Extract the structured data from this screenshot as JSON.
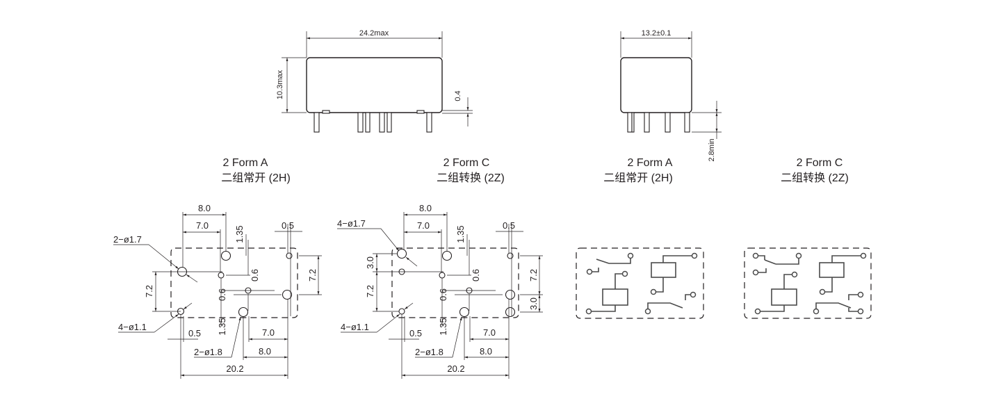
{
  "side_views": {
    "front": {
      "width_dim": "24.2max",
      "height_dim": "10.3max",
      "gap_dim": "0.4"
    },
    "side": {
      "width_dim": "13.2±0.1",
      "pin_dim": "2.8min"
    }
  },
  "labels": [
    {
      "title": "2 Form A",
      "subtitle": "二组常开 (2H)"
    },
    {
      "title": "2 Form C",
      "subtitle": "二组转换 (2Z)"
    },
    {
      "title": "2 Form A",
      "subtitle": "二组常开 (2H)"
    },
    {
      "title": "2 Form C",
      "subtitle": "二组转换 (2Z)"
    }
  ],
  "pcb_2h": {
    "d8": "8.0",
    "d7": "7.0",
    "d135a": "1.35",
    "d05a": "0.5",
    "hole17": "2−ø1.7",
    "d72l": "7.2",
    "d72r": "7.2",
    "d06a": "0.6",
    "d06b": "0.6",
    "hole11": "4−ø1.1",
    "d05b": "0.5",
    "d135b": "1.35",
    "hole18": "2−ø1.8",
    "d7b": "7.0",
    "d8b": "8.0",
    "d202": "20.2"
  },
  "pcb_2z": {
    "d8": "8.0",
    "d7": "7.0",
    "d135a": "1.35",
    "d05a": "0.5",
    "hole17": "4−ø1.7",
    "d30a": "3.0",
    "d72l": "7.2",
    "d72r": "7.2",
    "d30b": "3.0",
    "d06a": "0.6",
    "d06b": "0.6",
    "hole11": "4−ø1.1",
    "d05b": "0.5",
    "d135b": "1.35",
    "hole18": "2−ø1.8",
    "d7b": "7.0",
    "d8b": "8.0",
    "d202": "20.2"
  }
}
